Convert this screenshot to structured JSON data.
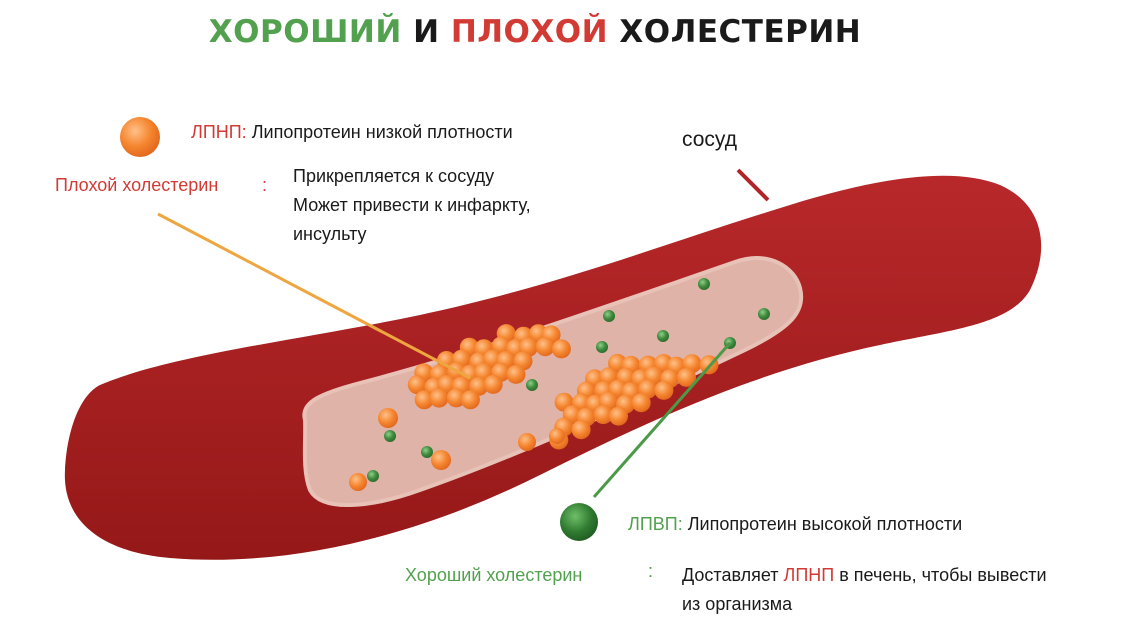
{
  "title": {
    "good": "ХОРОШИЙ",
    "and": "И",
    "bad": "ПЛОХОЙ",
    "cholesterol": "ХОЛЕСТЕРИН",
    "good_color": "#52a14f",
    "bad_color": "#d23a34"
  },
  "ldl": {
    "abbr": "ЛПНП:",
    "full": "Липопротеин низкой плотности",
    "label": "Плохой холестерин",
    "colon": ":",
    "desc_line1": "Прикрепляется к сосуду",
    "desc_line2": "Может привести к инфаркту,",
    "desc_line3": "инсульту",
    "color": "#f07e2e"
  },
  "vessel": {
    "label": "сосуд",
    "wall_color": "#a61f1f",
    "lumen_color": "#dfb3a8"
  },
  "hdl": {
    "abbr": "ЛПВП:",
    "full": "Липопротеин высокой плотности",
    "label": "Хороший холестерин",
    "colon": ":",
    "desc_before": "Доставляет",
    "desc_ldl": "ЛПНП",
    "desc_after": "в печень, чтобы вывести",
    "desc_line2": "из организма",
    "color": "#3f8a3d"
  }
}
